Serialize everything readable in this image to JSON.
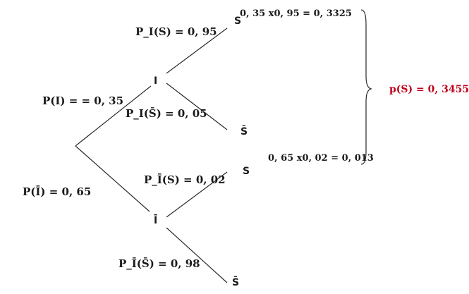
{
  "nodes": {
    "i": "I",
    "i_bar": "Ī",
    "s_top": "S",
    "sbar_top": "S̄",
    "s_bottom": "S",
    "sbar_bottom": "S̄"
  },
  "probabilities": {
    "p_i": "P(I) = = 0, 35",
    "p_ibar": "P(Ī) = 0, 65",
    "pi_s": "P_I(S) = 0, 95",
    "pi_sbar": "P_I(S̄) = 0, 05",
    "pibar_s": "P_Ī(S) = 0, 02",
    "pibar_sbar": "P_Ī(S̄) = 0, 98"
  },
  "products": {
    "top": "0, 35 x0, 95 = 0, 3325",
    "bottom": "0, 65 x0, 02 = 0, 013"
  },
  "result": {
    "text": "p(S) = 0, 3455",
    "color": "#c0001a"
  },
  "colors": {
    "ink": "#1a1a1a",
    "line": "#2a2a2a"
  }
}
